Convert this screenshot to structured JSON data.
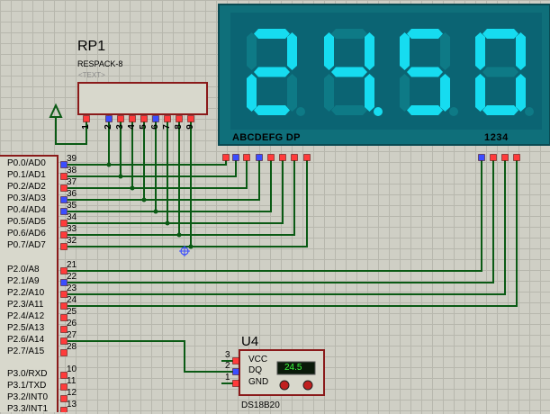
{
  "rp1": {
    "ref": "RP1",
    "value": "RESPACK-8",
    "text_placeholder": "<TEXT>",
    "pins": [
      "1",
      "2",
      "3",
      "4",
      "5",
      "6",
      "7",
      "8",
      "9"
    ]
  },
  "display": {
    "digits": "24.50",
    "segment_label": "ABCDEFG  DP",
    "digit_label": "1234",
    "colors": {
      "frame": "#0f6f7a",
      "panel": "#0b6473",
      "segment": "#16dcf0",
      "segment_off": "#0e7a86"
    }
  },
  "mcu": {
    "port0": [
      {
        "label": "P0.0/AD0",
        "num": "39"
      },
      {
        "label": "P0.1/AD1",
        "num": "38"
      },
      {
        "label": "P0.2/AD2",
        "num": "37"
      },
      {
        "label": "P0.3/AD3",
        "num": "36"
      },
      {
        "label": "P0.4/AD4",
        "num": "35"
      },
      {
        "label": "P0.5/AD5",
        "num": "34"
      },
      {
        "label": "P0.6/AD6",
        "num": "33"
      },
      {
        "label": "P0.7/AD7",
        "num": "32"
      }
    ],
    "port2": [
      {
        "label": "P2.0/A8",
        "num": "21"
      },
      {
        "label": "P2.1/A9",
        "num": "22"
      },
      {
        "label": "P2.2/A10",
        "num": "23"
      },
      {
        "label": "P2.3/A11",
        "num": "24"
      },
      {
        "label": "P2.4/A12",
        "num": "25"
      },
      {
        "label": "P2.5/A13",
        "num": "26"
      },
      {
        "label": "P2.6/A14",
        "num": "27"
      },
      {
        "label": "P2.7/A15",
        "num": "28"
      }
    ],
    "port3": [
      {
        "label": "P3.0/RXD",
        "num": "10"
      },
      {
        "label": "P3.1/TXD",
        "num": "11"
      },
      {
        "label": "P3.2/INT0",
        "num": "12"
      },
      {
        "label": "P3.3/INT1",
        "num": "13"
      }
    ]
  },
  "u4": {
    "ref": "U4",
    "part": "DS18B20",
    "temperature": "24.5",
    "pins": [
      {
        "label": "VCC",
        "num": "3"
      },
      {
        "label": "DQ",
        "num": "2"
      },
      {
        "label": "GND",
        "num": "1"
      }
    ]
  },
  "colors": {
    "canvas": "#cfcfc5",
    "wire": "#0a5a14",
    "component_body": "#d8d8cc",
    "component_border": "#8a1a1a",
    "pin_red": "#ff3b3b",
    "pin_blue": "#3b4dff"
  }
}
